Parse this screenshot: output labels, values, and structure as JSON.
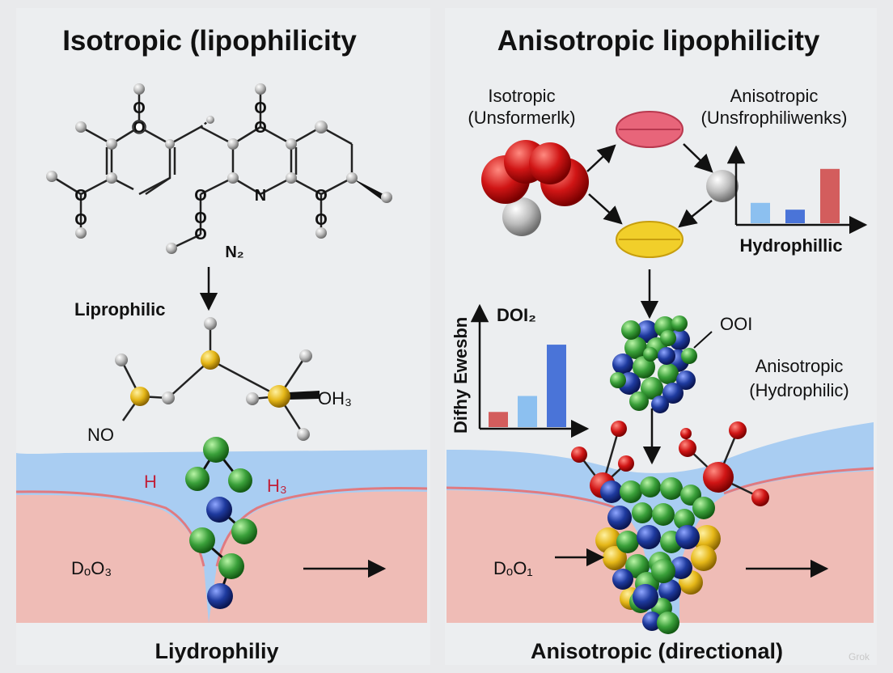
{
  "left_panel": {
    "title": "Isotropic (lipophilicity",
    "molecule_labels": {
      "n_center": "N",
      "n2": "N₂"
    },
    "lipophilic_label": "Liprophilic",
    "lower_molecule_labels": {
      "no": "NO",
      "oh3": "OH₃"
    },
    "water_labels": {
      "h": "H",
      "h3": "H₃"
    },
    "layer_label": "DₒO₃",
    "caption": "Liydrophiliy"
  },
  "right_panel": {
    "title": "Anisotropic lipophilicity",
    "isotropic_label": {
      "line1": "Isotropic",
      "line2": "(Unsformerlk)"
    },
    "anisotropic_label": {
      "line1": "Anisotropic",
      "line2": "(Unsfrophiliwenks)"
    },
    "hydrophilic_label": "Hydrophillic",
    "small_chart_label": "DOI₂",
    "small_chart_ylabel": "Difhy Ewesbn",
    "cluster_label": "OOI",
    "aniso_hydro_label": {
      "line1": "Anisotropic",
      "line2": "(Hydrophilic)"
    },
    "layer_label": "DₒO₁",
    "caption": "Anisotropic (directional)"
  },
  "watermark": "Grok",
  "colors": {
    "background": "#e9eaec",
    "water": "#a9cdf2",
    "lipid": "#efbcb6",
    "atom_red": "#d01515",
    "atom_green": "#3aa03a",
    "atom_blue": "#1e3a9e",
    "atom_yellow": "#e5b718",
    "atom_gray": "#bdbdbd",
    "capsule_pink": "#e8657a",
    "capsule_yellow": "#f1cf2a",
    "bar_red": "#d35d5d",
    "bar_lightblue": "#8cc0f0",
    "bar_blue": "#4a74d8"
  },
  "chart_data": [
    {
      "type": "bar",
      "title": "",
      "xlabel": "",
      "ylabel": "",
      "values": [
        0.3,
        0.2,
        0.8
      ],
      "colors": [
        "#8cc0f0",
        "#4a74d8",
        "#d35d5d"
      ],
      "ylim": [
        0,
        1
      ]
    },
    {
      "type": "bar",
      "title": "DOI₂",
      "xlabel": "",
      "ylabel": "Difhy Ewesbn",
      "values": [
        0.18,
        0.37,
        0.98
      ],
      "colors": [
        "#d35d5d",
        "#8cc0f0",
        "#4a74d8"
      ],
      "ylim": [
        0,
        1
      ]
    }
  ]
}
